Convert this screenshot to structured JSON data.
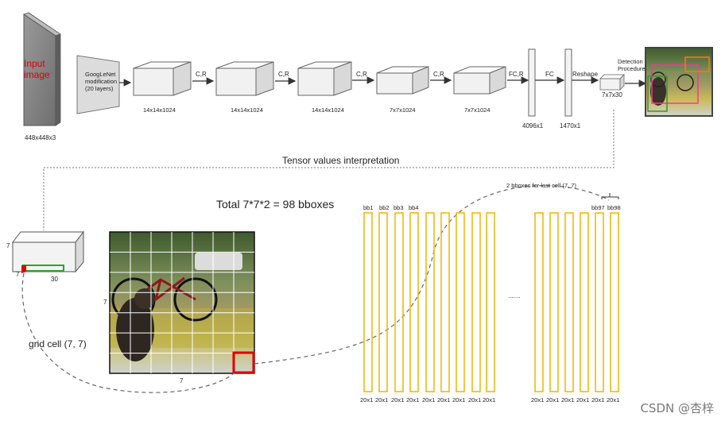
{
  "pipeline": {
    "input_label_line1": "Input",
    "input_label_line2": "image",
    "input_size": "448x448x3",
    "googlenet_line1": "GoogLeNet",
    "googlenet_line2": "modification",
    "googlenet_line3": "(20 layers)",
    "block_sizes": [
      "14x14x1024",
      "14x14x1024",
      "14x14x1024",
      "7x7x1024",
      "7x7x1024"
    ],
    "arrow_labels": [
      "C,R",
      "C,R",
      "C,R",
      "C,R",
      "FC,R",
      "FC",
      "Reshape"
    ],
    "fc_sizes": [
      "4096x1",
      "1470x1"
    ],
    "output_size": "7x7x30",
    "detection_line1": "Detection",
    "detection_line2": "Procedure"
  },
  "interpretation": {
    "tensor_title": "Tensor values interpretation",
    "total_text": "Total 7*7*2 = 98 bboxes",
    "tensor_side_label": "7",
    "tensor_front_label": "7",
    "tensor_depth_label": "30",
    "grid_side_label": "7",
    "grid_bottom_label": "7",
    "grid_cell_label": "grid cell (7, 7)",
    "last_cell_note": "2 bboxes for last cell (7, 7)",
    "bbox_labels_left": [
      "bb1",
      "bb2",
      "bb3",
      "bb4"
    ],
    "bbox_labels_right": [
      "bb97",
      "bb98"
    ],
    "bar_size_label": "20x1",
    "ellipsis": "......."
  },
  "colors": {
    "bar_outline": "#f0b400",
    "highlight_red": "#e00000",
    "green_line": "#2ea02e",
    "grid_line": "#ffffff"
  },
  "watermark": "CSDN @杏梓"
}
